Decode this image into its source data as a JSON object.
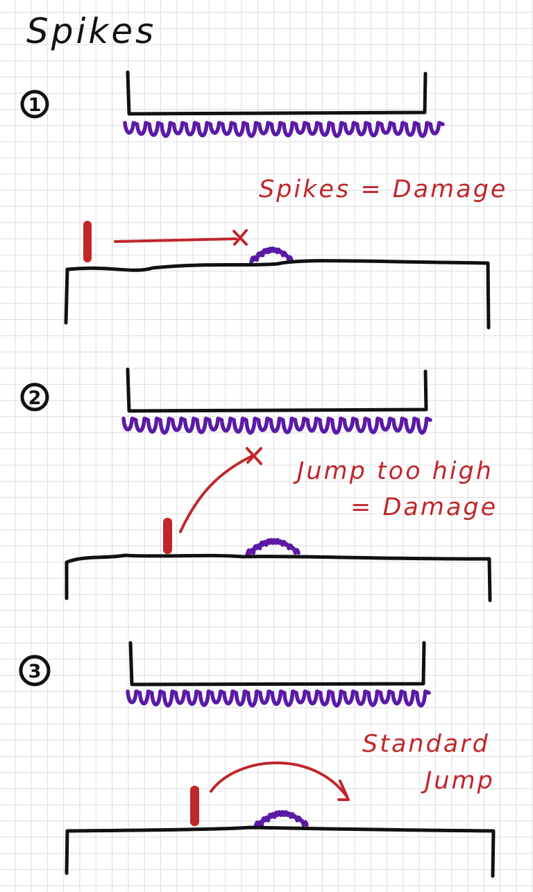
{
  "title": "Spikes",
  "scenarios": [
    {
      "number": "1",
      "note_lines": [
        "Spikes = Damage"
      ],
      "outcome": "damage"
    },
    {
      "number": "2",
      "note_lines": [
        "Jump too high",
        "= Damage"
      ],
      "outcome": "damage"
    },
    {
      "number": "3",
      "note_lines": [
        "Standard",
        "Jump"
      ],
      "outcome": "success"
    }
  ],
  "colors": {
    "ink": "#111111",
    "spikes": "#5b1aa6",
    "player_and_notes": "#c0262b",
    "grid": "#dcdcdc"
  }
}
